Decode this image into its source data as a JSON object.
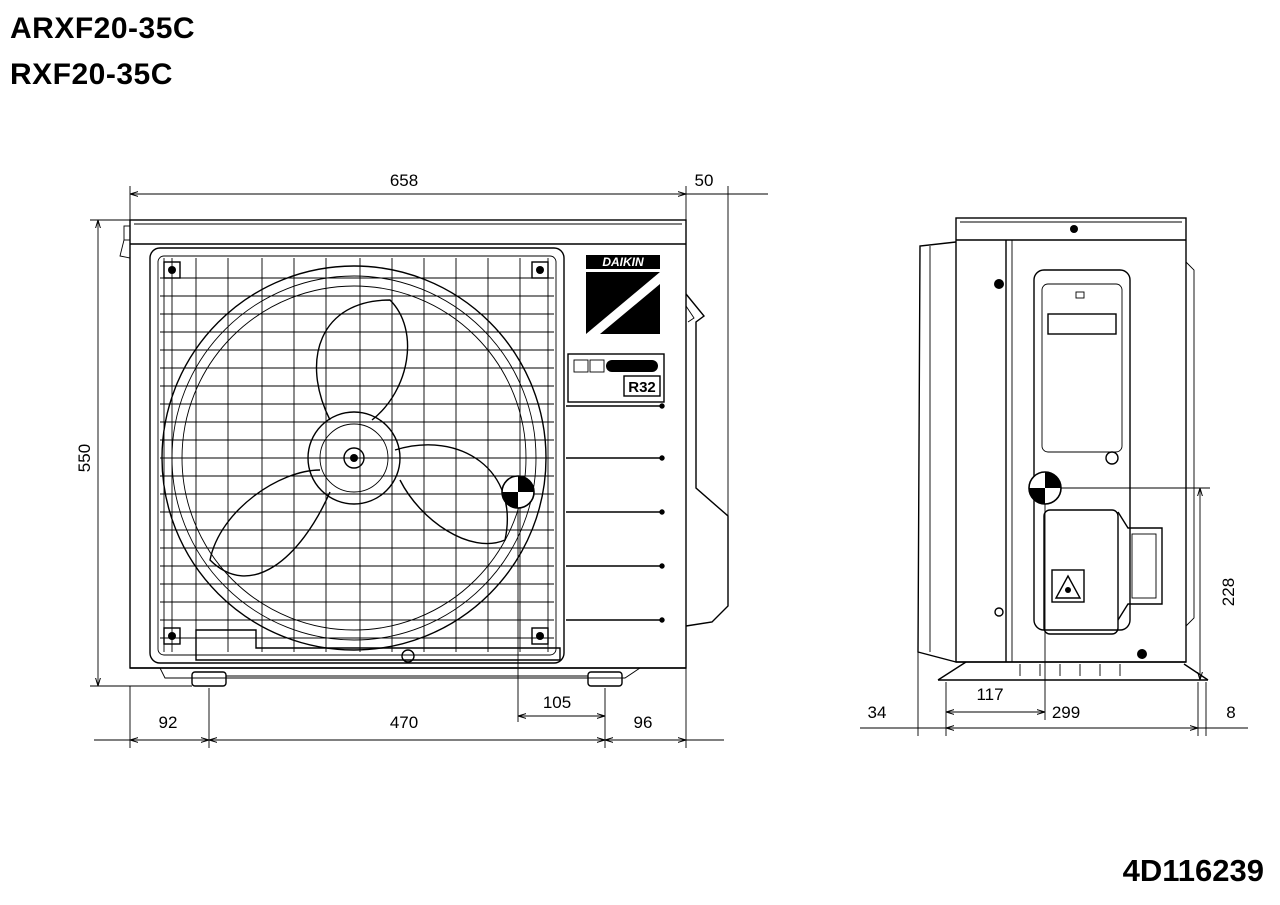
{
  "header": {
    "model_line_1": "ARXF20-35C",
    "model_line_2": "RXF20-35C"
  },
  "footer": {
    "document_number": "4D116239"
  },
  "brand": {
    "logo_text": "DAIKIN",
    "refrigerant_label": "R32"
  },
  "dimensions": {
    "front_width": "658",
    "pipe_protrusion": "50",
    "height": "550",
    "left_to_foot": "92",
    "foot_spacing": "470",
    "right_to_foot": "96",
    "cog_offset": "105",
    "side_rear_offset": "34",
    "side_cog_depth": "117",
    "side_depth": "299",
    "side_front_offset": "8",
    "side_cog_height": "228"
  }
}
